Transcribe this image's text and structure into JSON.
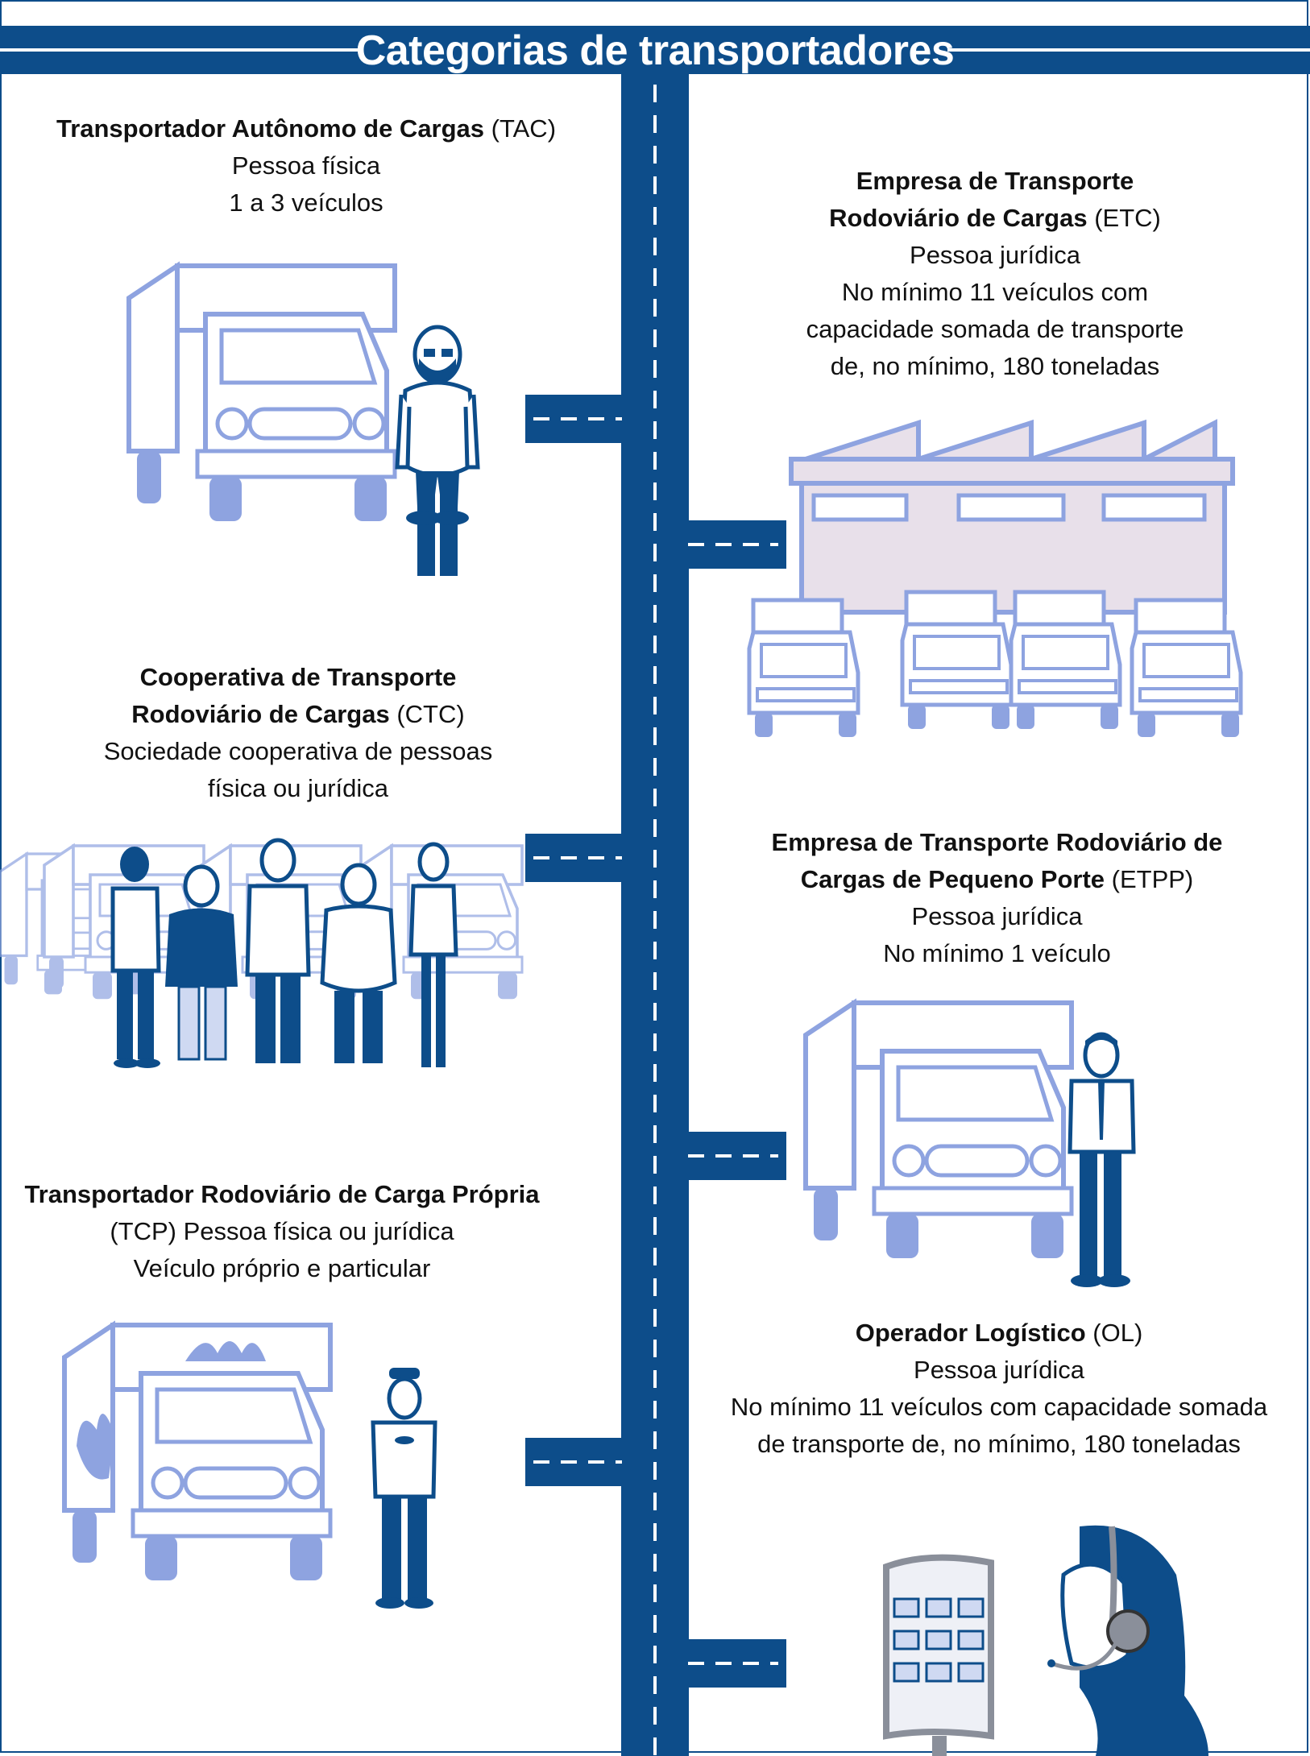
{
  "title": "Categorias de transportadores",
  "colors": {
    "navy": "#0d4d8a",
    "light": "#8ea3e0",
    "lavender": "#e8e0ea",
    "white": "#ffffff"
  },
  "categories": [
    {
      "id": "tac",
      "name": "Transportador Autônomo de Cargas",
      "abbr": "(TAC)",
      "type": "Pessoa física",
      "detail": "1 a 3 veículos"
    },
    {
      "id": "etc",
      "name_line1": "Empresa de Transporte",
      "name_line2": "Rodoviário de Cargas",
      "abbr": "(ETC)",
      "type": "Pessoa jurídica",
      "detail_line1": "No mínimo 11 veículos com",
      "detail_line2": "capacidade somada de transporte",
      "detail_line3": "de, no mínimo, 180 toneladas"
    },
    {
      "id": "ctc",
      "name_line1": "Cooperativa de Transporte",
      "name_line2": "Rodoviário de Cargas",
      "abbr": "(CTC)",
      "detail_line1": "Sociedade cooperativa de pessoas",
      "detail_line2": "física ou jurídica"
    },
    {
      "id": "etpp",
      "name_line1": "Empresa de Transporte Rodoviário de",
      "name_line2": "Cargas de Pequeno Porte",
      "abbr": "(ETPP)",
      "type": "Pessoa jurídica",
      "detail": "No mínimo 1 veículo"
    },
    {
      "id": "tcp",
      "name": "Transportador Rodoviário de Carga Própria",
      "line2": "(TCP) Pessoa física ou jurídica",
      "detail": "Veículo próprio e particular"
    },
    {
      "id": "ol",
      "name": "Operador Logístico",
      "abbr": "(OL)",
      "type": "Pessoa jurídica",
      "detail_line1": "No mínimo 11 veículos com capacidade somada",
      "detail_line2": "de transporte de, no mínimo, 180 toneladas"
    }
  ],
  "icons": [
    "box-truck-icon",
    "man-with-beard-icon",
    "warehouse-with-fleet-icon",
    "cooperative-people-icon",
    "businessman-icon",
    "bakery-truck-icon",
    "uniformed-worker-icon",
    "monitor-screen-icon",
    "woman-with-headset-icon"
  ]
}
